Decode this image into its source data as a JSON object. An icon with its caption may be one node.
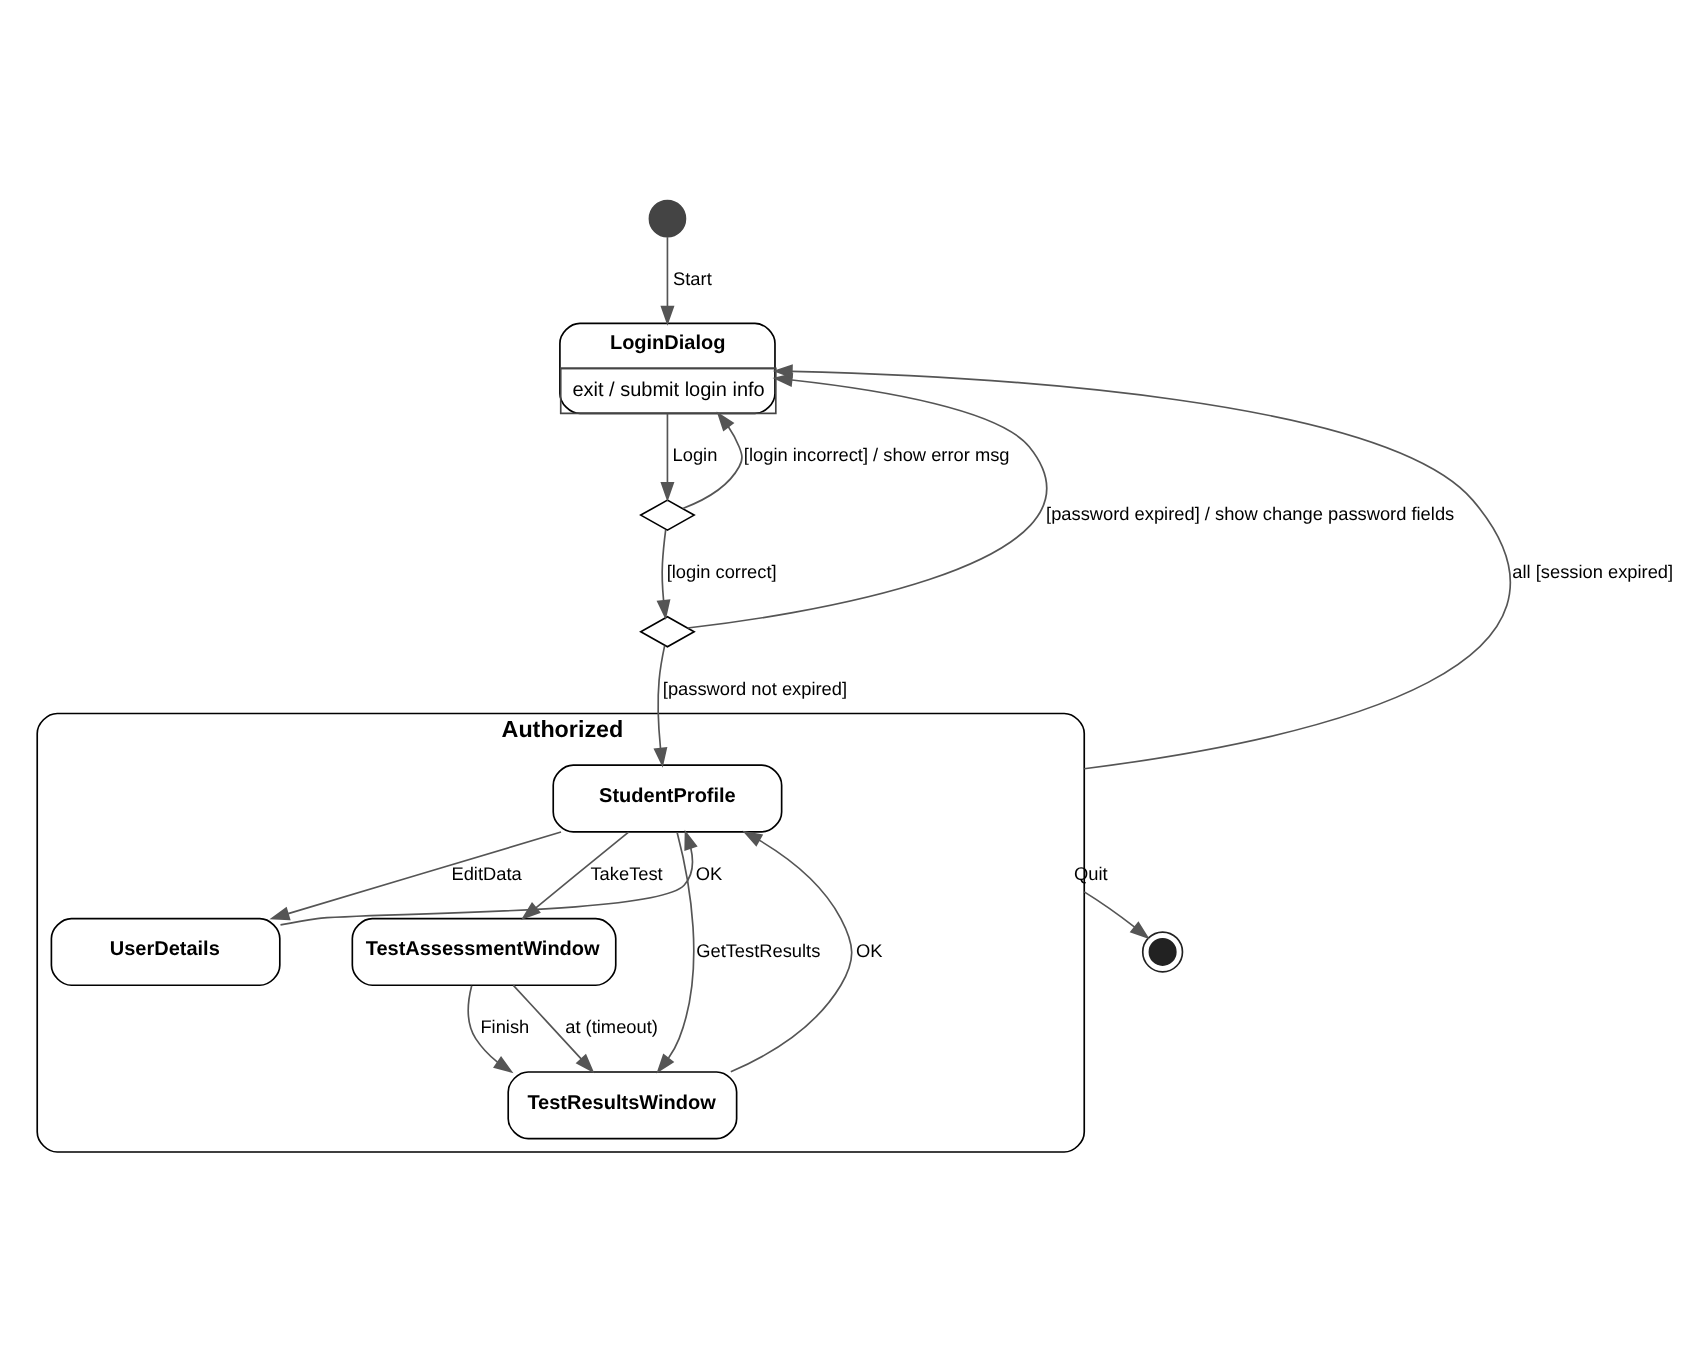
{
  "diagram": {
    "nodes": [
      {
        "text": [],
        "shape": "circle"
      },
      {
        "text": [
          "LoginDialog",
          "exit / submit login info"
        ]
      },
      {
        "text": [],
        "shape": "diamond"
      },
      {
        "text": [],
        "shape": "diamond"
      },
      {
        "text": [
          "Authorized"
        ]
      },
      {
        "text": [
          "StudentProfile"
        ],
        "in": 4
      },
      {
        "text": [
          "UserDetails"
        ],
        "in": 4
      },
      {
        "text": [
          "TestAssessmentWindow"
        ],
        "in": 4
      },
      {
        "text": [
          "TestResultsWindow"
        ],
        "in": 4
      },
      {
        "text": [],
        "shape": "circle"
      }
    ],
    "edges": [
      {
        "from": 0,
        "to": 1,
        "arrow": "to",
        "label": "Start"
      },
      {
        "from": 1,
        "to": 2,
        "arrow": "to",
        "label": "Login"
      },
      {
        "from": 2,
        "to": 1,
        "arrow": "to",
        "label": "[login incorrect] / show error msg"
      },
      {
        "from": 2,
        "to": 3,
        "arrow": "to",
        "label": "[login correct]"
      },
      {
        "from": 3,
        "to": 1,
        "arrow": "to",
        "label": "[password expired] / show change password fields"
      },
      {
        "from": 3,
        "to": 5,
        "arrow": "to",
        "label": "[password not expired]"
      },
      {
        "from": 4,
        "to": 1,
        "arrow": "to",
        "label": "all [session expired]"
      },
      {
        "from": 5,
        "to": 6,
        "arrow": "to",
        "label": "EditData"
      },
      {
        "from": 6,
        "to": 5,
        "arrow": "to",
        "label": "OK"
      },
      {
        "from": 5,
        "to": 8,
        "arrow": "to",
        "label": "GetTestResults"
      },
      {
        "from": 8,
        "to": 5,
        "arrow": "to",
        "label": "OK"
      },
      {
        "from": 5,
        "to": 7,
        "arrow": "to",
        "label": "TakeTest"
      },
      {
        "from": 7,
        "to": 8,
        "arrow": "to",
        "label": "Finish"
      },
      {
        "from": 7,
        "to": 8,
        "arrow": "to",
        "label": "at (timeout)"
      },
      {
        "from": 4,
        "to": 9,
        "arrow": "to",
        "label": "Quit"
      }
    ]
  }
}
